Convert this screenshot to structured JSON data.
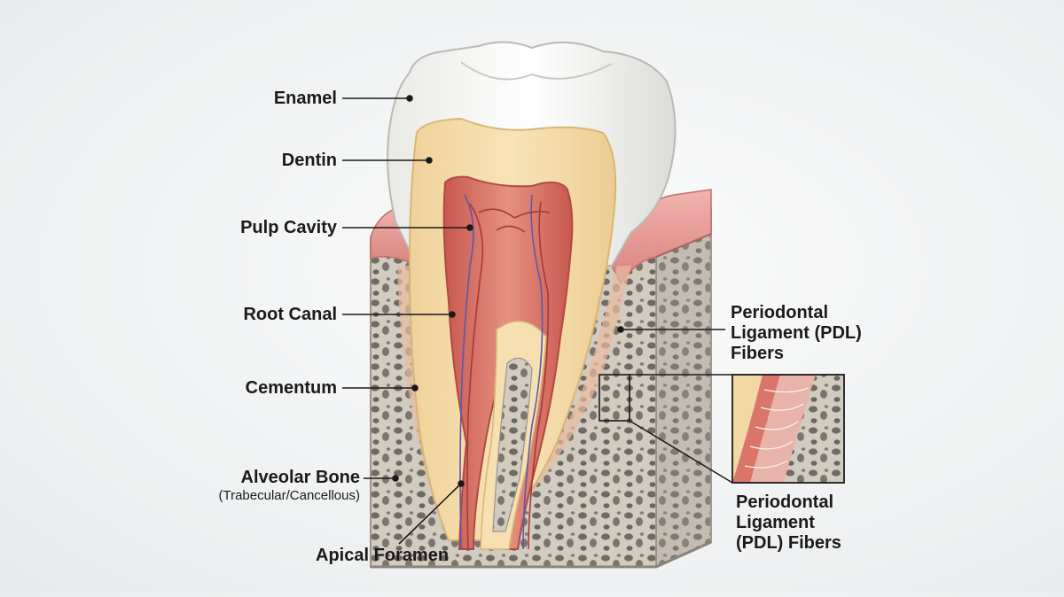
{
  "labels": {
    "enamel": "Enamel",
    "dentin": "Dentin",
    "pulp_cavity": "Pulp Cavity",
    "root_canal": "Root Canal",
    "cementum": "Cementum",
    "alveolar_bone": "Alveolar Bone",
    "alveolar_bone_sub": "(Trabecular/Cancellous)",
    "apical_foramen": "Apical Foramen",
    "pdl_top_line1": "Periodontal",
    "pdl_top_line2": "Ligament (PDL)",
    "pdl_top_line3": "Fibers",
    "pdl_bottom_line1": "Periodontal",
    "pdl_bottom_line2": "Ligament",
    "pdl_bottom_line3": "(PDL) Fibers"
  },
  "colors": {
    "enamel": "#f4f4f2",
    "dentin": "#f2d9a3",
    "pulp": "#d9756a",
    "gum": "#e79a97",
    "bone": "#cfc8bd",
    "bone_pore": "#6f6a63",
    "leader": "#1a1a1a"
  }
}
